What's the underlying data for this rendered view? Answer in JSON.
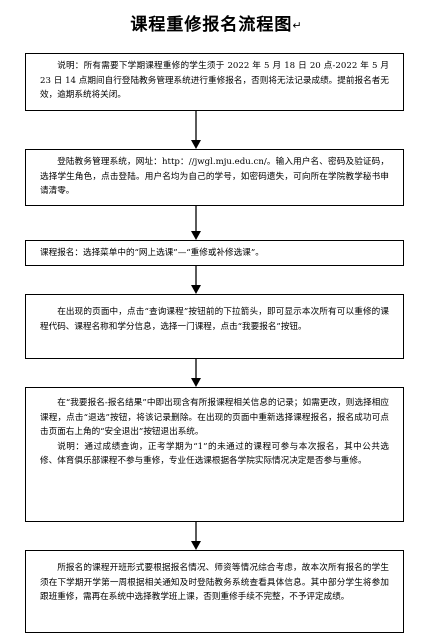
{
  "title": "课程重修报名流程图",
  "steps": [
    {
      "paragraphs": [
        "说明：所有需要下学期课程重修的学生须于 2022 年 5 月 18 日 20 点-2022 年 5 月 23 日 14 点期间自行登陆教务管理系统进行重修报名，否则将无法记录成绩。提前报名者无效，逾期系统将关闭。"
      ]
    },
    {
      "paragraphs": [
        "登陆教务管理系统，网址：http：//jwgl.mju.edu.cn/。输入用户名、密码及验证码，选择学生角色，点击登陆。用户名均为自己的学号，如密码遗失，可向所在学院教学秘书申请清零。"
      ]
    },
    {
      "paragraphs": [
        "课程报名：选择菜单中的“网上选课”—“重修或补修选课”。"
      ]
    },
    {
      "paragraphs": [
        "在出现的页面中，点击“查询课程”按钮前的下拉箭头，即可显示本次所有可以重修的课程代码、课程名称和学分信息，选择一门课程，点击“我要报名”按钮。"
      ]
    },
    {
      "paragraphs": [
        "在“我要报名-报名结果”中即出现含有所报课程相关信息的记录；如需更改，则选择相应课程，点击“退选”按钮，将该记录删除。在出现的页面中重新选择课程报名，报名成功可点击页面右上角的“安全退出”按钮退出系统。",
        "说明：通过成绩查询，正考学期为“1”的未通过的课程可参与本次报名，其中公共选修、体育俱乐部课程不参与重修，专业任选课根据各学院实际情况决定是否参与重修。"
      ]
    },
    {
      "paragraphs": [
        "所报名的课程开班形式要根据报名情况、师资等情况综合考虑，故本次所有报名的学生须在下学期开学第一周根据相关通知及时登陆教务系统查看具体信息。其中部分学生将参加跟班重修，需再在系统中选择教学班上课，否则重修手续不完整，不予评定成绩。"
      ]
    }
  ]
}
